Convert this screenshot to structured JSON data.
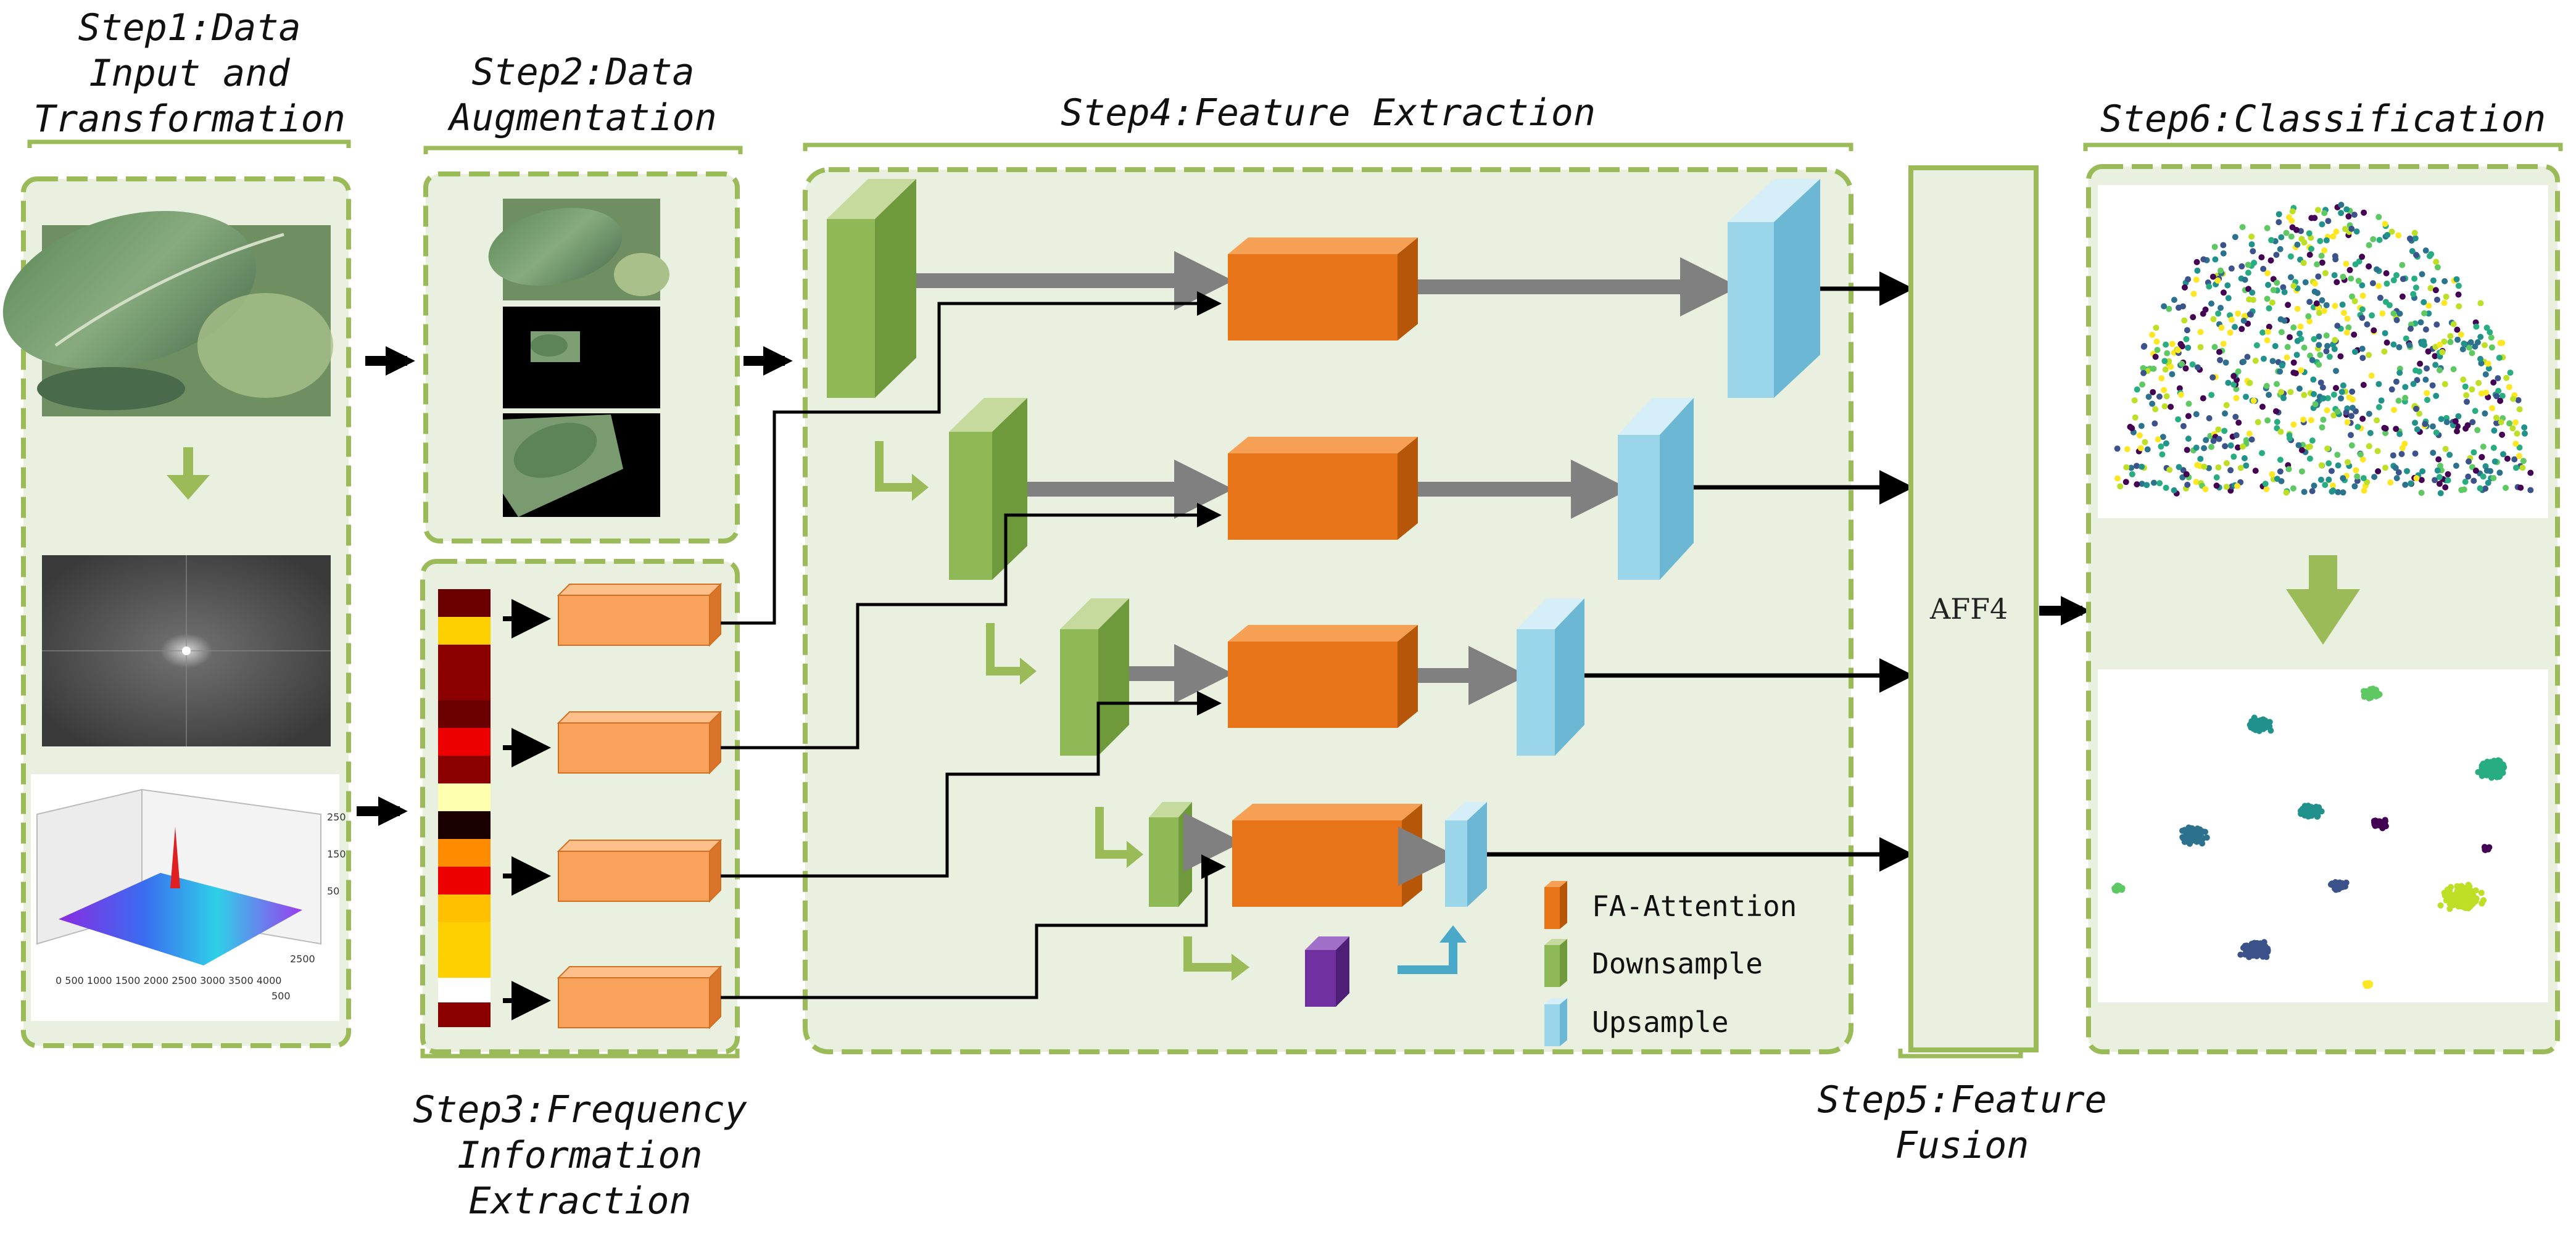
{
  "steps": {
    "step1": {
      "line1": "Step1:Data",
      "line2": "Input and",
      "line3": "Transformation"
    },
    "step2": {
      "line1": "Step2:Data",
      "line2": "Augmentation"
    },
    "step3": {
      "line1": "Step3:Frequency",
      "line2": "Information",
      "line3": "Extraction"
    },
    "step4": {
      "line1": "Step4:Feature Extraction"
    },
    "step5": {
      "line1": "Step5:Feature",
      "line2": "Fusion"
    },
    "step6": {
      "line1": "Step6:Classification"
    }
  },
  "fusion_block": {
    "label": "AFF4"
  },
  "legend": {
    "items": [
      {
        "label": "FA-Attention",
        "color": "#e8741a"
      },
      {
        "label": "Downsample",
        "color": "#8fb856"
      },
      {
        "label": "Upsample",
        "color": "#7cc6df"
      }
    ]
  },
  "colors": {
    "panel_border": "#9bbb59",
    "panel_fill": "#eaf0df",
    "attention_orange": "#e8741a",
    "freq_orange": "#f9a25b",
    "downsample_green": "#8fb856",
    "upsample_blue": "#7cc6df",
    "arrow_gray": "#808080",
    "purple_block": "#7030a0"
  },
  "icons": [
    "leaf-photo",
    "fft-spectrum-image",
    "3d-surface-plot",
    "color-stripe",
    "scatter-plot",
    "clustered-scatter-plot"
  ]
}
